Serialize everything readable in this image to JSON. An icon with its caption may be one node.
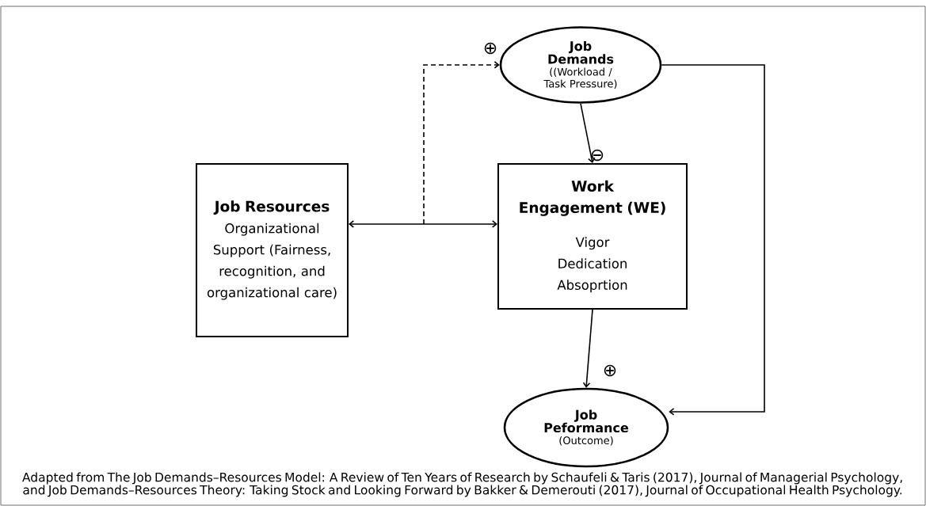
{
  "diagram": {
    "caption": "Adapted from The Job Demands–Resources Model: A Review of Ten Years of Research by Schaufeli & Taris (2017), Journal of Managerial Psychology, and Job Demands–Resources Theory: Taking Stock and Looking Forward by Bakker & Demerouti (2017), Journal of Occupational Health Psychology.",
    "nodes": [
      {
        "text": [
          "Job Demands",
          "((Workload / Task Pressure)"
        ]
      },
      {
        "text": [
          "Job Resources",
          "Organizational Support (Fairness, recognition, and organizational care)"
        ]
      },
      {
        "text": [
          "Work Engagement (WE)",
          "Vigor",
          "Dedication",
          "Absoprtion"
        ]
      },
      {
        "text": [
          "Job Peformance",
          "(Outcome)"
        ]
      }
    ],
    "edges": [
      {
        "from": 1,
        "to": 2,
        "arrow": "both"
      },
      {
        "from": null,
        "to": 0,
        "arrow": "to",
        "style": "dashed",
        "label": "⊕"
      },
      {
        "from": 0,
        "to": 2,
        "arrow": "to",
        "label": "⊖"
      },
      {
        "from": 2,
        "to": 3,
        "arrow": "to",
        "label": "⊕"
      },
      {
        "from": 0,
        "to": 3,
        "arrow": "to"
      }
    ]
  }
}
